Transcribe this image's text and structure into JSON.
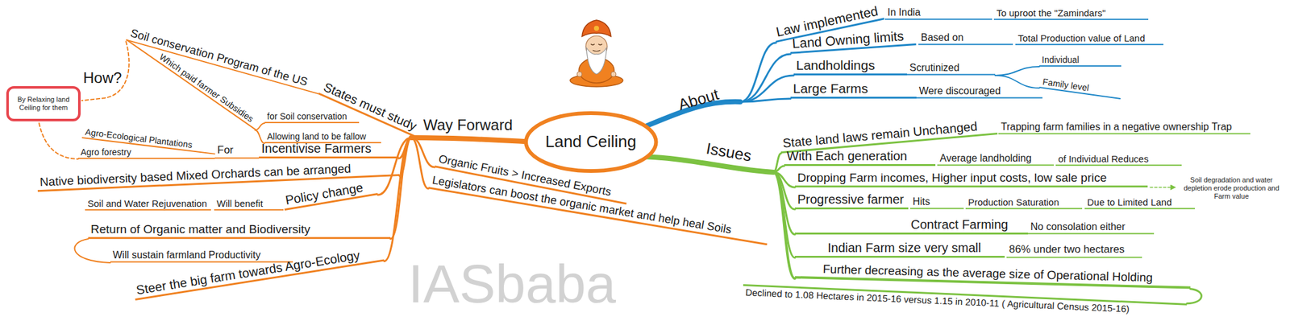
{
  "diagram": {
    "nodes": [
      {
        "text": [
          "Land Ceiling"
        ]
      },
      {
        "text": [
          "By Relaxing land Ceiling for them"
        ]
      }
    ],
    "labels": [
      "About",
      "Law implemented",
      "In India",
      "To uproot the \"Zamindars\"",
      "Land Owning limits",
      "Based on",
      "Total Production value of Land",
      "Landholdings",
      "Scrutinized",
      "Individual",
      "Family level",
      "Large Farms",
      "Were discouraged",
      "Issues",
      "State land laws remain Unchanged",
      "Trapping farm families in a negative ownership Trap",
      "With Each generation",
      "Average landholding",
      "of Individual Reduces",
      "Dropping Farm incomes, Higher input costs, low sale price",
      "Soil degradation and water depletion erode production and Farm value",
      "Progressive farmer",
      "Hits",
      "Production Saturation",
      "Due to Limited Land",
      "Contract Farming",
      "No consolation either",
      "Indian Farm size very small",
      "86% under two hectares",
      "Further decreasing as the average size of Operational Holding",
      "Declined to 1.08 Hectares in 2015-16 versus 1.15 in 2010-11 ( Agricultural Census 2015-16)",
      "Way Forward",
      "States must study",
      "Soil conservation Program of the US",
      "Which paid farmer Subsidies",
      "for Soil conservation",
      "Allowing land to be fallow",
      "How?",
      "Agro-Ecological Plantations",
      "Agro forestry",
      "For",
      "Incentivise Farmers",
      "Native biodiversity based Mixed Orchards can be arranged",
      "Soil and Water Rejuvenation",
      "Will benefit",
      "Policy change",
      "Return of Organic matter and Biodiversity",
      "Will sustain farmland Productivity",
      "Steer the big farm towards Agro-Ecology",
      "Organic Fruits > Increased Exports",
      "Legislators can boost the organic market and help heal Soils",
      "IASbaba"
    ]
  }
}
